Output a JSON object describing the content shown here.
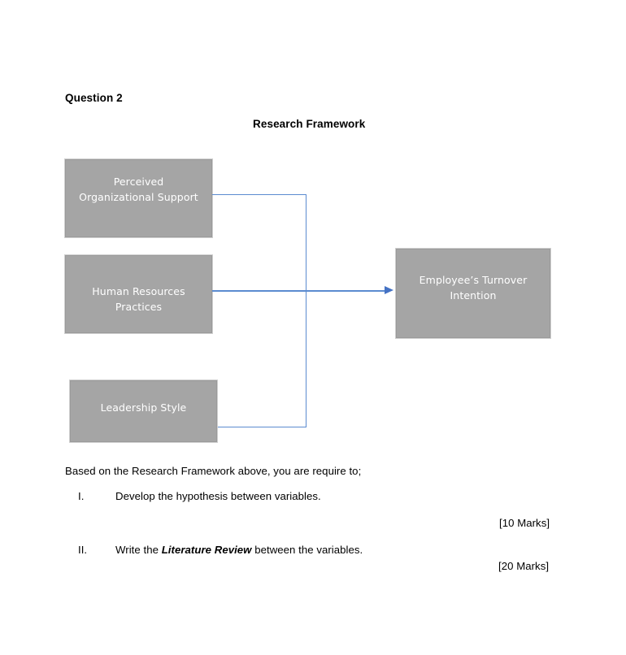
{
  "document": {
    "question_title": "Question 2",
    "framework_title": "Research Framework",
    "intro_line": "Based on the Research Framework above, you are require to;",
    "items": [
      {
        "numeral": "I.",
        "text": "Develop the hypothesis between variables.",
        "marks": "[10 Marks]"
      },
      {
        "numeral": "II.",
        "text_before": "Write the ",
        "emphasis": "Literature Review",
        "text_after": " between the variables.",
        "marks": "[20 Marks]"
      }
    ]
  },
  "diagram": {
    "type": "research-framework",
    "node_fill_color": "#a5a5a5",
    "node_text_color": "#ffffff",
    "connector_color": "#5b8bd0",
    "arrow_color": "#4472c4",
    "independent_variables": [
      {
        "id": "perceived-organizational-support",
        "label": "Perceived Organizational Support"
      },
      {
        "id": "human-resources-practices",
        "label": "Human Resources Practices"
      },
      {
        "id": "leadership-style",
        "label": "Leadership Style"
      }
    ],
    "dependent_variable": {
      "id": "employees-turnover-intention",
      "label": "Employee’s Turnover Intention"
    }
  }
}
